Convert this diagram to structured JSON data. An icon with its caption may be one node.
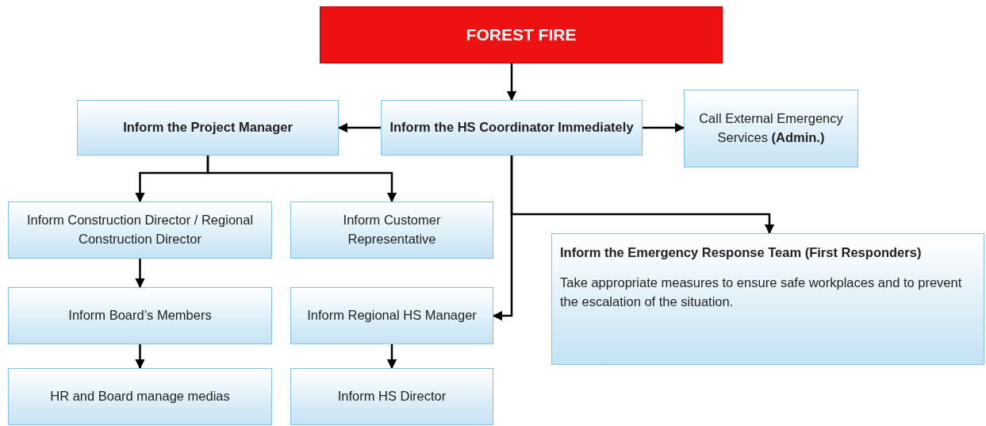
{
  "diagram": {
    "nodes": [
      {
        "text": [
          "FOREST FIRE"
        ]
      },
      {
        "text": [
          "Inform the Project Manager"
        ]
      },
      {
        "text": [
          "Inform the HS Coordinator Immediately"
        ]
      },
      {
        "text": [
          "Call External Emergency Services **(Admin.)**"
        ]
      },
      {
        "text": [
          "Inform Construction Director / Regional Construction Director"
        ]
      },
      {
        "text": [
          "Inform Customer Representative"
        ]
      },
      {
        "text": [
          "Inform the Emergency Response Team (First Responders)",
          "Take appropriate measures to ensure safe workplaces and to prevent the escalation of the situation."
        ]
      },
      {
        "text": [
          "Inform Board’s Members"
        ]
      },
      {
        "text": [
          "Inform Regional HS Manager"
        ]
      },
      {
        "text": [
          "HR and Board manage medias"
        ]
      },
      {
        "text": [
          "Inform HS Director"
        ]
      }
    ],
    "edges": [
      {
        "from": 0,
        "to": 2,
        "arrow": "to"
      },
      {
        "from": 2,
        "to": 1,
        "arrow": "to"
      },
      {
        "from": 2,
        "to": 3,
        "arrow": "to"
      },
      {
        "from": 1,
        "to": 4,
        "arrow": "to"
      },
      {
        "from": 1,
        "to": 5,
        "arrow": "to"
      },
      {
        "from": 2,
        "to": 6,
        "arrow": "to"
      },
      {
        "from": 2,
        "to": 8,
        "arrow": "to"
      },
      {
        "from": 4,
        "to": 7,
        "arrow": "to"
      },
      {
        "from": 7,
        "to": 9,
        "arrow": "to"
      },
      {
        "from": 8,
        "to": 10,
        "arrow": "to"
      }
    ]
  }
}
